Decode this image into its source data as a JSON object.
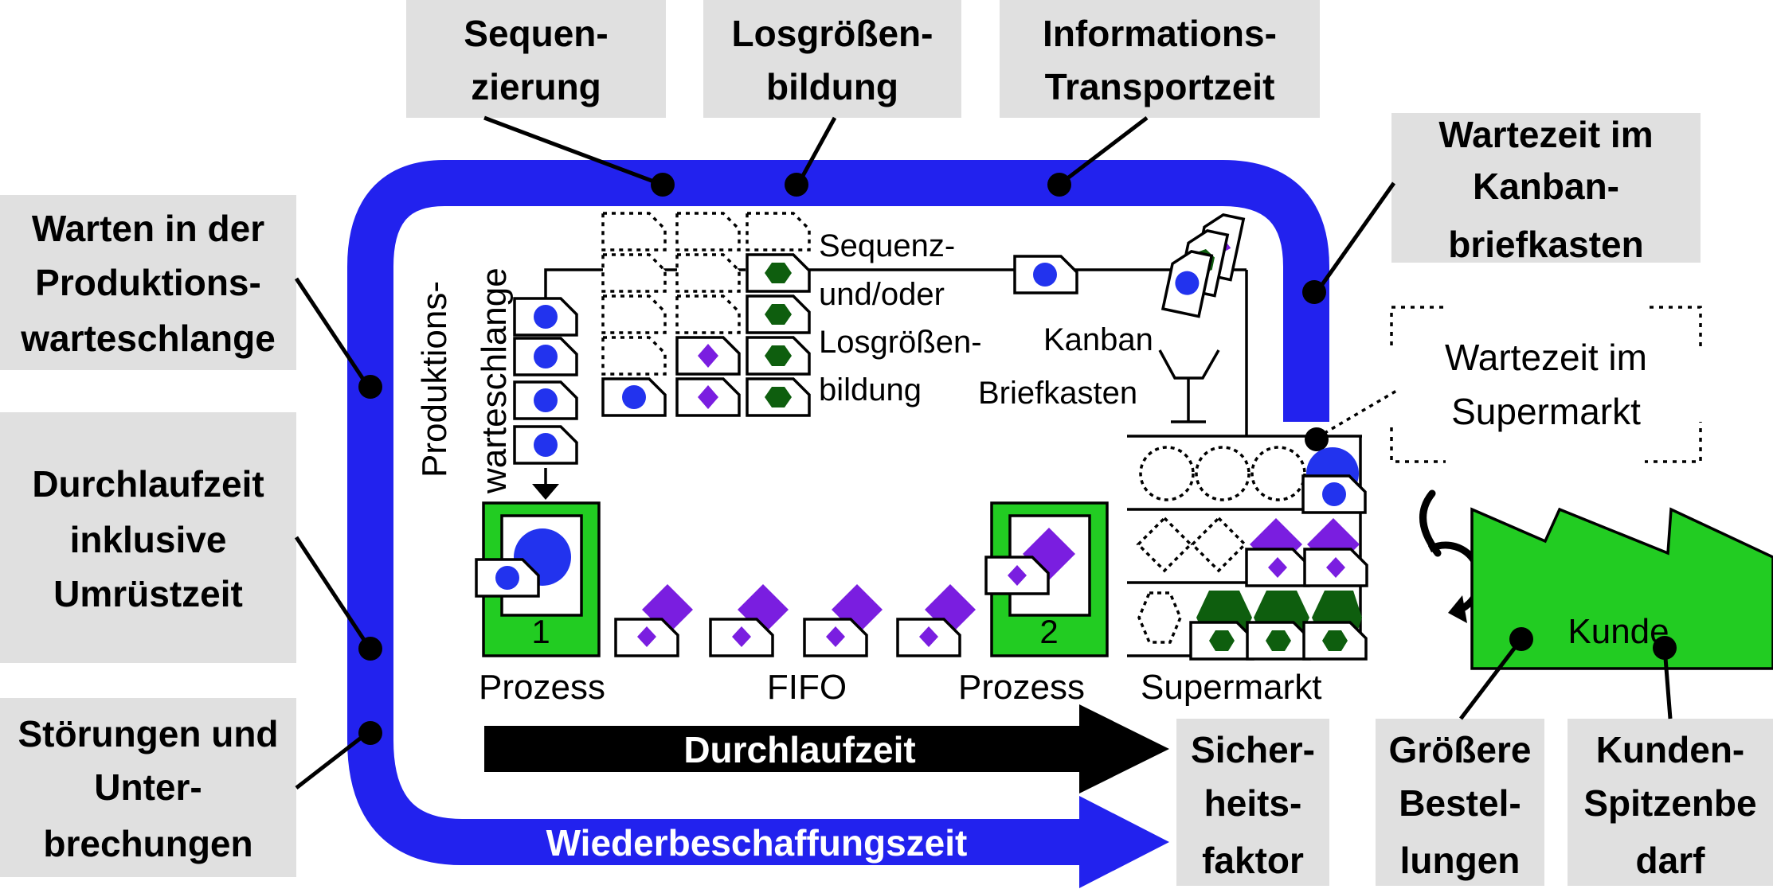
{
  "labels": {
    "sequenzierung": [
      "Sequen-",
      "zierung"
    ],
    "losgroessenbildung": [
      "Losgrößen-",
      "bildung"
    ],
    "informationstransportzeit": [
      "Informations-",
      "Transportzeit"
    ],
    "wartezeit_kanban": [
      "Wartezeit im",
      "Kanban-",
      "briefkasten"
    ],
    "warten_produktion": [
      "Warten in der",
      "Produktions-",
      "warteschlange"
    ],
    "durchlaufzeit_umruest": [
      "Durchlaufzeit",
      "inklusive",
      "Umrüstzeit"
    ],
    "stoerungen": [
      "Störungen und",
      "Unter-",
      "brechungen"
    ],
    "wartezeit_supermarkt": [
      "Wartezeit im",
      "Supermarkt"
    ],
    "sicherheitsfaktor": [
      "Sicher-",
      "heits-",
      "faktor"
    ],
    "groessere_bestellungen": [
      "Größere",
      "Bestel-",
      "lungen"
    ],
    "kunden_spitzenbedarf": [
      "Kunden-",
      "Spitzenbe",
      "darf"
    ]
  },
  "inner": {
    "produktionswarteschlange": [
      "Produktions-",
      "warteschlange"
    ],
    "sequenz_losgroessen": [
      "Sequenz-",
      "und/oder",
      "Losgrößen-",
      "bildung"
    ],
    "kanban_briefkasten": [
      "Kanban",
      "Briefkasten"
    ],
    "prozess1": "Prozess",
    "prozess1_number": "1",
    "fifo": "FIFO",
    "prozess2": "Prozess",
    "prozess2_number": "2",
    "supermarkt": "Supermarkt",
    "kunde": "Kunde"
  },
  "arrows": {
    "durchlaufzeit": "Durchlaufzeit",
    "wiederbeschaffungszeit": "Wiederbeschaffungszeit"
  },
  "colors": {
    "loop_blue": "#2222ee",
    "label_bg": "#e0e0e0",
    "process_green": "#22cc22",
    "dark_green": "#0e5e0e",
    "purple": "#7a1ee0",
    "circle_blue": "#2233ee"
  }
}
